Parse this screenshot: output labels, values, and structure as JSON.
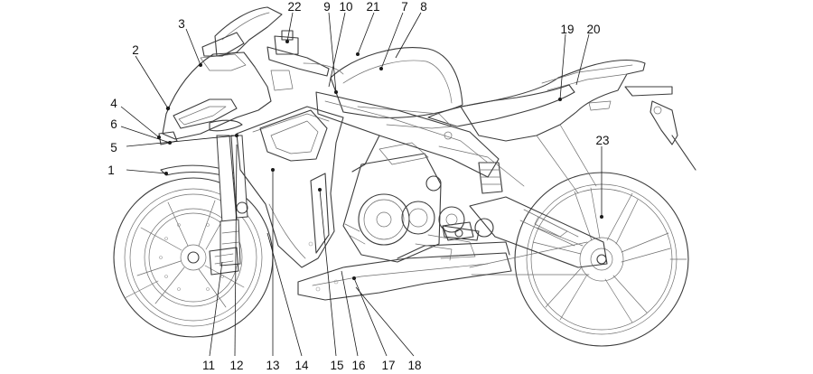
{
  "callouts": [
    {
      "label": "1"
    },
    {
      "label": "2"
    },
    {
      "label": "3"
    },
    {
      "label": "4"
    },
    {
      "label": "5"
    },
    {
      "label": "6"
    },
    {
      "label": "7"
    },
    {
      "label": "8"
    },
    {
      "label": "9"
    },
    {
      "label": "10"
    },
    {
      "label": "11"
    },
    {
      "label": "12"
    },
    {
      "label": "13"
    },
    {
      "label": "14"
    },
    {
      "label": "15"
    },
    {
      "label": "16"
    },
    {
      "label": "17"
    },
    {
      "label": "18"
    },
    {
      "label": "19"
    },
    {
      "label": "20"
    },
    {
      "label": "21"
    },
    {
      "label": "22"
    },
    {
      "label": "23"
    }
  ]
}
